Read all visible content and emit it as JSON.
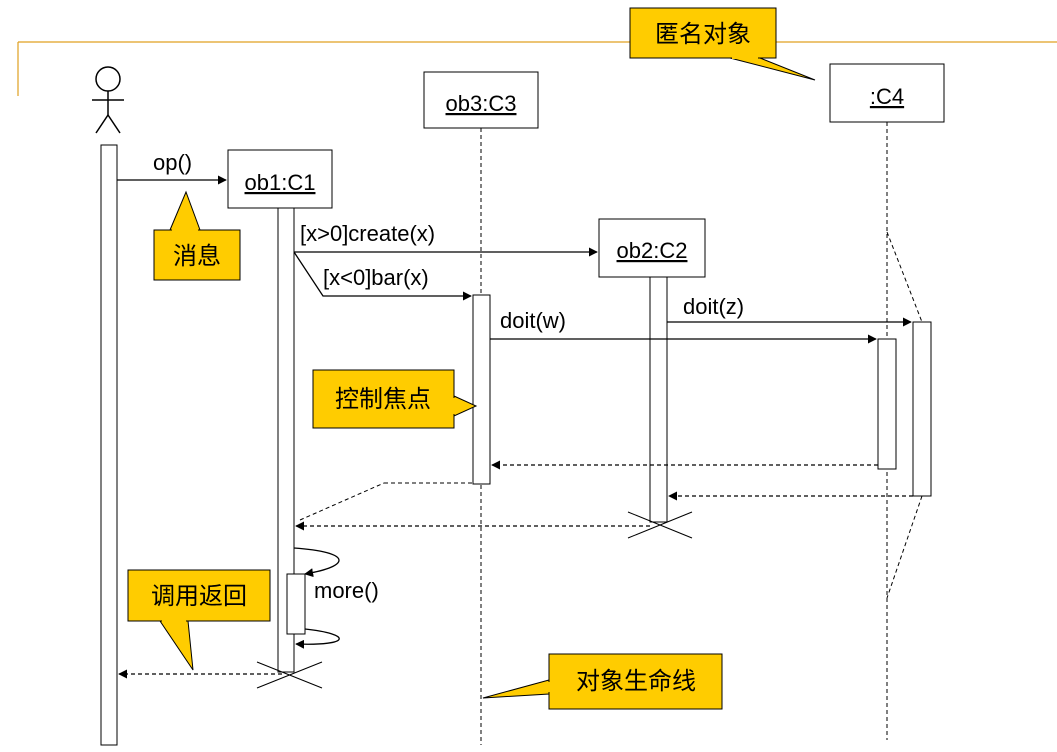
{
  "colors": {
    "callout_fill": "#FFCC00",
    "frame_line": "#E0A020",
    "ink": "#000000",
    "paper": "#FFFFFF"
  },
  "objects": {
    "ob1": "ob1:C1",
    "ob2": "ob2:C2",
    "ob3": "ob3:C3",
    "c4": ":C4"
  },
  "actor": {
    "icon": "stick-figure-icon"
  },
  "messages": {
    "op": "op()",
    "create": "[x>0]create(x)",
    "bar": "[x<0]bar(x)",
    "doit_w": "doit(w)",
    "doit_z": "doit(z)",
    "more": "more()"
  },
  "callouts": {
    "anonymous_object": "匿名对象",
    "message": "消息",
    "focus_of_control": "控制焦点",
    "call_return": "调用返回",
    "lifeline": "对象生命线"
  }
}
